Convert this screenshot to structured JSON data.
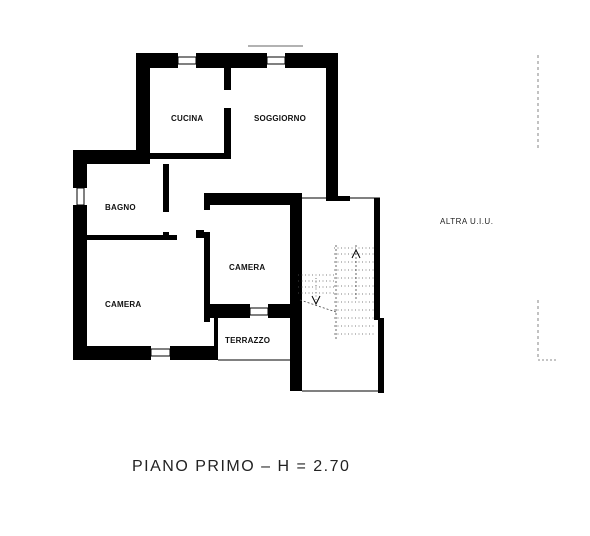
{
  "rooms": {
    "cucina": "CUCINA",
    "soggiorno": "SOGGIORNO",
    "bagno": "BAGNO",
    "camera_left": "CAMERA",
    "camera_center": "CAMERA",
    "terrazzo": "TERRAZZO"
  },
  "note": "ALTRA U.I.U.",
  "caption": "PIANO PRIMO  –  H  =  2.70",
  "colors": {
    "wall": "#000000",
    "background": "#ffffff"
  }
}
